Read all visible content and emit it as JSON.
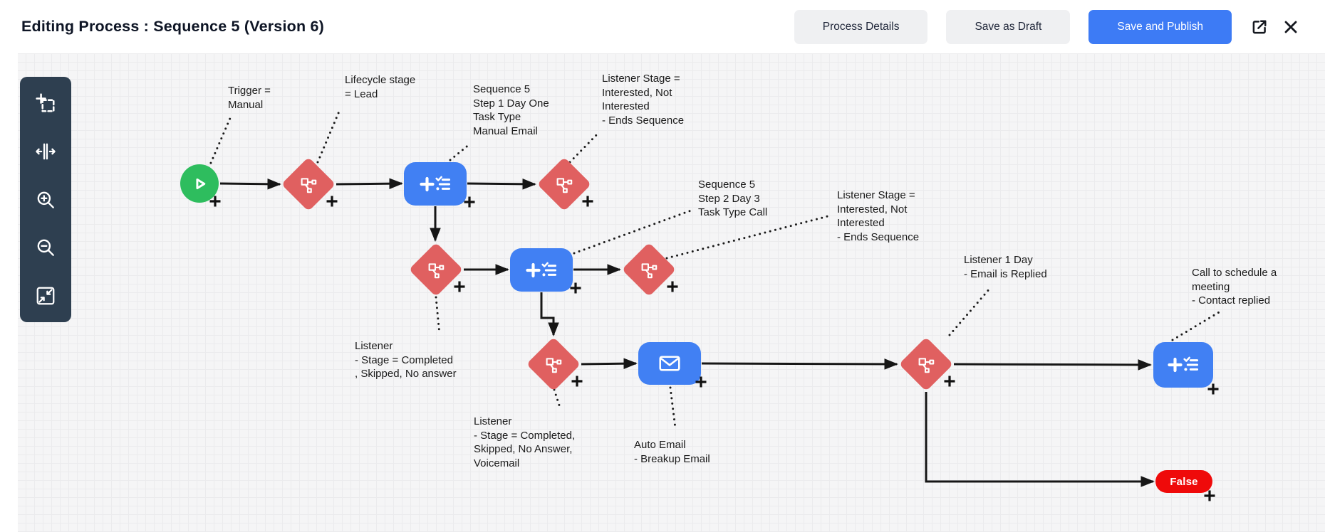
{
  "header": {
    "title": "Editing Process : Sequence 5 (Version 6)",
    "buttons": [
      {
        "label": "Process Details",
        "style": "secondary"
      },
      {
        "label": "Save as Draft",
        "style": "secondary"
      },
      {
        "label": "Save and Publish",
        "style": "primary"
      }
    ],
    "icons": [
      "open-in-new-window-icon",
      "close-icon"
    ]
  },
  "toolbar": {
    "tools": [
      "multi-select",
      "split-horizontal",
      "zoom-in",
      "zoom-out",
      "fit-view"
    ]
  },
  "flow": {
    "false_label": "False",
    "nodes": [
      {
        "id": "trigger",
        "type": "trigger-start",
        "icon": "play-icon"
      },
      {
        "id": "condition-1",
        "type": "condition",
        "icon": "branch-icon"
      },
      {
        "id": "task-1",
        "type": "task",
        "icon": "task-checklist-icon"
      },
      {
        "id": "condition-2",
        "type": "condition",
        "icon": "branch-icon"
      },
      {
        "id": "condition-3",
        "type": "condition",
        "icon": "branch-icon"
      },
      {
        "id": "task-2",
        "type": "task",
        "icon": "task-checklist-icon"
      },
      {
        "id": "condition-4",
        "type": "condition",
        "icon": "branch-icon"
      },
      {
        "id": "condition-5",
        "type": "condition",
        "icon": "branch-icon"
      },
      {
        "id": "email-1",
        "type": "auto-email",
        "icon": "envelope-icon"
      },
      {
        "id": "condition-6",
        "type": "condition",
        "icon": "branch-icon"
      },
      {
        "id": "task-3",
        "type": "task",
        "icon": "task-checklist-icon"
      },
      {
        "id": "false-terminal",
        "type": "terminal",
        "label": "False"
      }
    ],
    "annotations": [
      {
        "id": "trigger-note",
        "lines": [
          "Trigger =",
          "Manual"
        ]
      },
      {
        "id": "lifecycle-note",
        "lines": [
          "Lifecycle stage",
          "= Lead"
        ]
      },
      {
        "id": "step1-note",
        "lines": [
          "Sequence 5",
          "Step 1 Day One",
          "Task Type",
          "Manual Email"
        ]
      },
      {
        "id": "listener-stage-1-note",
        "lines": [
          "Listener Stage =",
          "Interested, Not",
          "Interested",
          "- Ends Sequence"
        ]
      },
      {
        "id": "step2-note",
        "lines": [
          "Sequence 5",
          "Step 2 Day 3",
          "Task Type Call"
        ]
      },
      {
        "id": "listener-stage-2-note",
        "lines": [
          "Listener Stage =",
          "Interested, Not",
          "Interested",
          "- Ends Sequence"
        ]
      },
      {
        "id": "listener-completed-note",
        "lines": [
          "Listener",
          "- Stage = Completed",
          ", Skipped, No answer"
        ]
      },
      {
        "id": "listener-voicemail-note",
        "lines": [
          "Listener",
          "- Stage = Completed,",
          "Skipped, No Answer,",
          "Voicemail"
        ]
      },
      {
        "id": "auto-email-note",
        "lines": [
          "Auto Email",
          "- Breakup Email"
        ]
      },
      {
        "id": "listener-1day-note",
        "lines": [
          "Listener 1 Day",
          "- Email is Replied"
        ]
      },
      {
        "id": "call-meeting-note",
        "lines": [
          "Call to schedule a",
          "meeting",
          "- Contact replied"
        ]
      }
    ]
  },
  "colors": {
    "trigger_green": "#2EBD5E",
    "condition_red": "#E06060",
    "task_blue": "#4180F3",
    "false_red": "#EF0A0A",
    "primary_button_blue": "#3D7BF5",
    "toolbar_bg": "#2E3F50",
    "canvas_bg": "#F5F5F6"
  }
}
